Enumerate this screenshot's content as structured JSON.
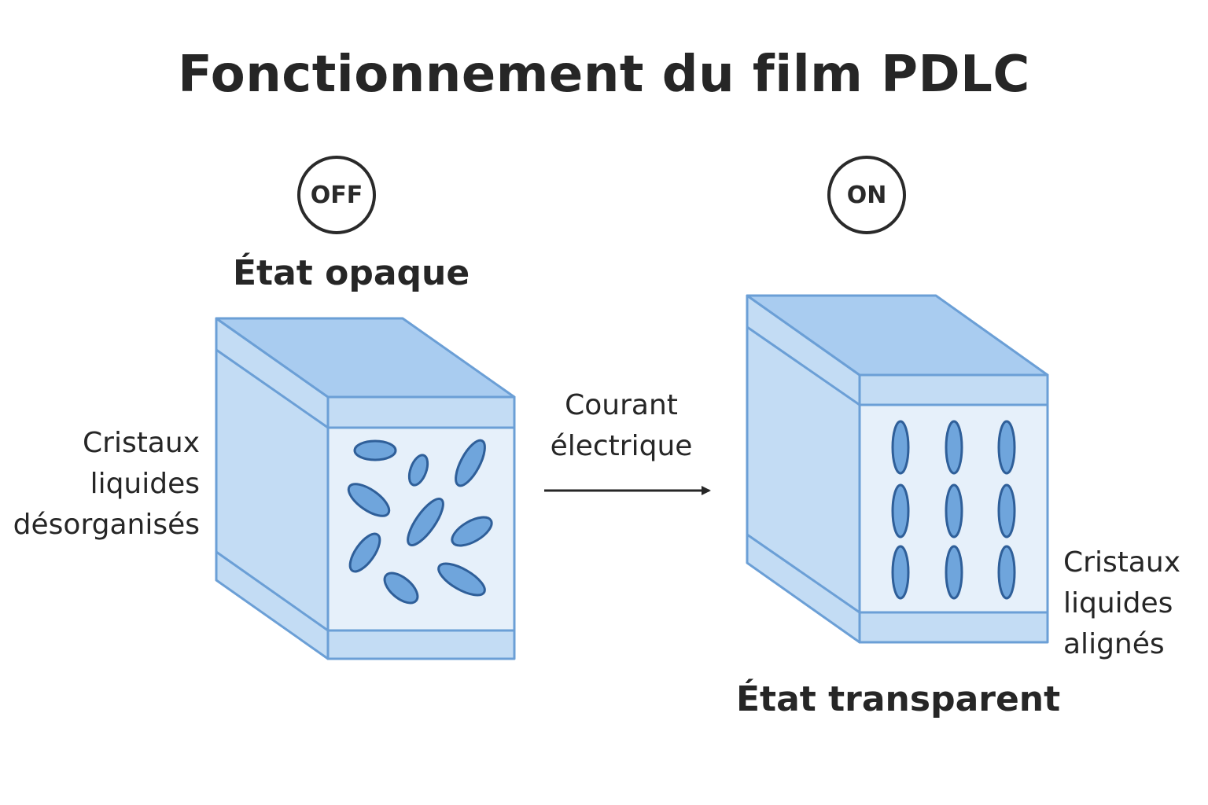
{
  "title": "Fonctionnement du film PDLC",
  "off_state": {
    "badge": "OFF",
    "label": "État opaque",
    "side_label_lines": [
      "Cristaux",
      "liquides",
      "désorganisés"
    ]
  },
  "on_state": {
    "badge": "ON",
    "label": "État transparent",
    "side_label_lines": [
      "Cristaux",
      "liquides",
      "alignés"
    ]
  },
  "transition": {
    "label_lines": [
      "Courant",
      "électrique"
    ]
  },
  "colors": {
    "box_top": "#a9ccf0",
    "box_side": "#c3dcf4",
    "box_front_band": "#c3dcf4",
    "box_front_inner": "#e6f0fa",
    "box_stroke": "#6b9fd6",
    "crystal_fill": "#6fa5dc",
    "crystal_stroke": "#2f5f99",
    "text": "#262626"
  }
}
